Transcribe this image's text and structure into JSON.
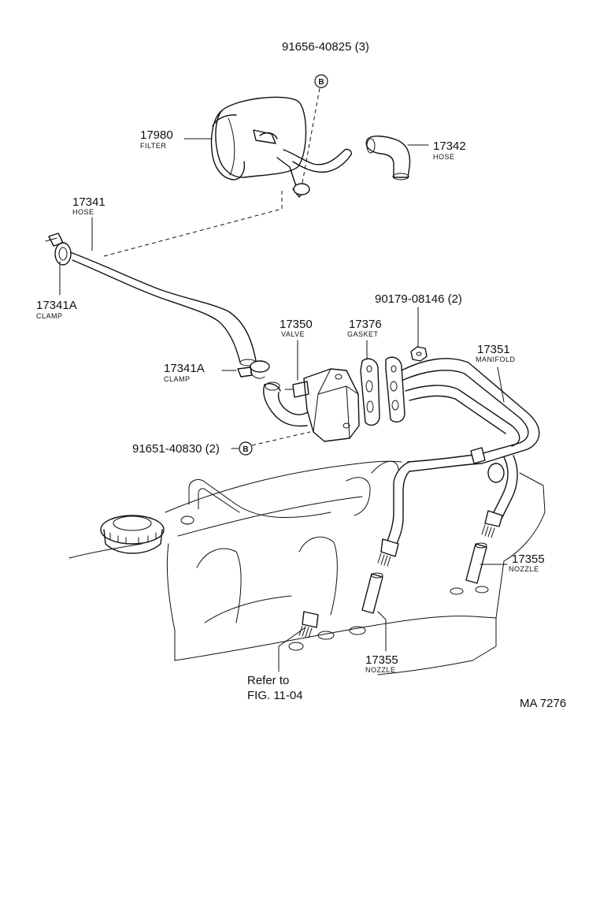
{
  "parts": {
    "bolt_top": {
      "number": "91656-40825 (3)",
      "marker": "B"
    },
    "filter": {
      "number": "17980",
      "name": "FILTER"
    },
    "hose_short": {
      "number": "17342",
      "name": "HOSE"
    },
    "hose_long": {
      "number": "17341",
      "name": "HOSE"
    },
    "clamp_left": {
      "number": "17341A",
      "name": "CLAMP"
    },
    "clamp_mid": {
      "number": "17341A",
      "name": "CLAMP"
    },
    "valve": {
      "number": "17350",
      "name": "VALVE"
    },
    "gasket": {
      "number": "17376",
      "name": "GASKET"
    },
    "nut": {
      "number": "90179-08146 (2)"
    },
    "manifold": {
      "number": "17351",
      "name": "MANIFOLD"
    },
    "bolt_valve": {
      "number": "91651-40830 (2)",
      "marker": "B"
    },
    "nozzle_right": {
      "number": "17355",
      "name": "NOZZLE"
    },
    "nozzle_center": {
      "number": "17355",
      "name": "NOZZLE"
    }
  },
  "reference": {
    "line1": "Refer to",
    "line2": "FIG. 11-04"
  },
  "diagram_code": "MA 7276"
}
